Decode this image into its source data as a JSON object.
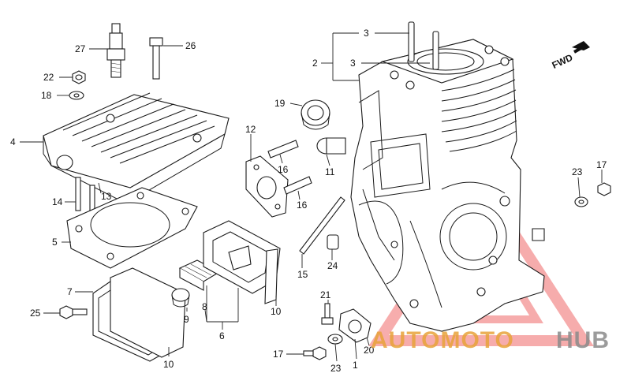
{
  "fwd_label": "FWD",
  "watermark": {
    "part1": "AUTOMOTO",
    "part2": "HUB",
    "color_primary": "#e8a23a",
    "color_secondary": "#8a8a8a",
    "logo_color": "#f06a6a"
  },
  "callouts": [
    {
      "id": "c1",
      "label": "1"
    },
    {
      "id": "c2",
      "label": "2"
    },
    {
      "id": "c3a",
      "label": "3"
    },
    {
      "id": "c3b",
      "label": "3"
    },
    {
      "id": "c4",
      "label": "4"
    },
    {
      "id": "c5",
      "label": "5"
    },
    {
      "id": "c6",
      "label": "6"
    },
    {
      "id": "c7",
      "label": "7"
    },
    {
      "id": "c8",
      "label": "8"
    },
    {
      "id": "c9",
      "label": "9"
    },
    {
      "id": "c10a",
      "label": "10"
    },
    {
      "id": "c10b",
      "label": "10"
    },
    {
      "id": "c11",
      "label": "11"
    },
    {
      "id": "c12",
      "label": "12"
    },
    {
      "id": "c13",
      "label": "13"
    },
    {
      "id": "c14",
      "label": "14"
    },
    {
      "id": "c15",
      "label": "15"
    },
    {
      "id": "c16a",
      "label": "16"
    },
    {
      "id": "c16b",
      "label": "16"
    },
    {
      "id": "c17a",
      "label": "17"
    },
    {
      "id": "c17b",
      "label": "17"
    },
    {
      "id": "c18",
      "label": "18"
    },
    {
      "id": "c19",
      "label": "19"
    },
    {
      "id": "c20",
      "label": "20"
    },
    {
      "id": "c21",
      "label": "21"
    },
    {
      "id": "c22",
      "label": "22"
    },
    {
      "id": "c23a",
      "label": "23"
    },
    {
      "id": "c23b",
      "label": "23"
    },
    {
      "id": "c24",
      "label": "24"
    },
    {
      "id": "c25",
      "label": "25"
    },
    {
      "id": "c26",
      "label": "26"
    },
    {
      "id": "c27",
      "label": "27"
    }
  ]
}
